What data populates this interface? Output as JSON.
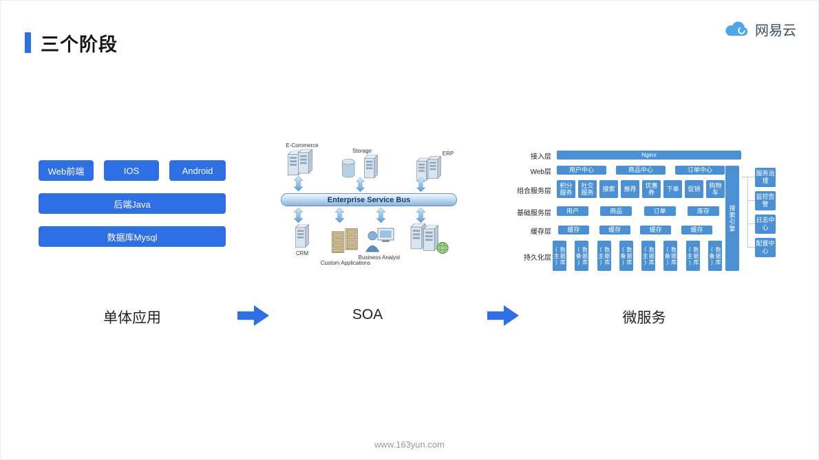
{
  "header": {
    "title": "三个阶段",
    "brand": "网易云"
  },
  "footer": {
    "url": "www.163yun.com"
  },
  "colors": {
    "accent": "#2f6fe4",
    "diagram_blue": "#4a90d2"
  },
  "monolith": {
    "label": "单体应用",
    "top_buttons": [
      "Web前端",
      "IOS",
      "Android"
    ],
    "middle_button": "后端Java",
    "bottom_button": "数据库Mysql"
  },
  "soa": {
    "label": "SOA",
    "bus_label": "Enterprise Service Bus",
    "top_nodes": [
      "E-Commerce",
      "Storage",
      "ERP"
    ],
    "bottom_nodes": [
      "CRM",
      "Custom Applications",
      "Business Analyst"
    ]
  },
  "micro": {
    "label": "微服务",
    "layer_names": [
      "接入层",
      "Web层",
      "组合服务层",
      "基础服务层",
      "缓存层",
      "持久化层"
    ],
    "access": [
      "Nginx"
    ],
    "web": [
      "用户中心",
      "商品中心",
      "订单中心"
    ],
    "composite": [
      "积分服务",
      "社交服务",
      "搜索",
      "推荐",
      "优惠券",
      "下单",
      "促销",
      "购物车"
    ],
    "basic": [
      "用户",
      "商品",
      "订单",
      "库存"
    ],
    "cache": [
      "缓存",
      "缓存",
      "缓存",
      "缓存"
    ],
    "persist": [
      "数据库(主)",
      "数据库(备)",
      "数据库(主)",
      "数据库(备)",
      "数据库(主)",
      "数据库(备)",
      "数据库(主)",
      "数据库(备)"
    ],
    "search_engine": "搜索引擎",
    "side_panels": [
      "服务治理",
      "监控告警",
      "日志中心",
      "配置中心"
    ]
  }
}
